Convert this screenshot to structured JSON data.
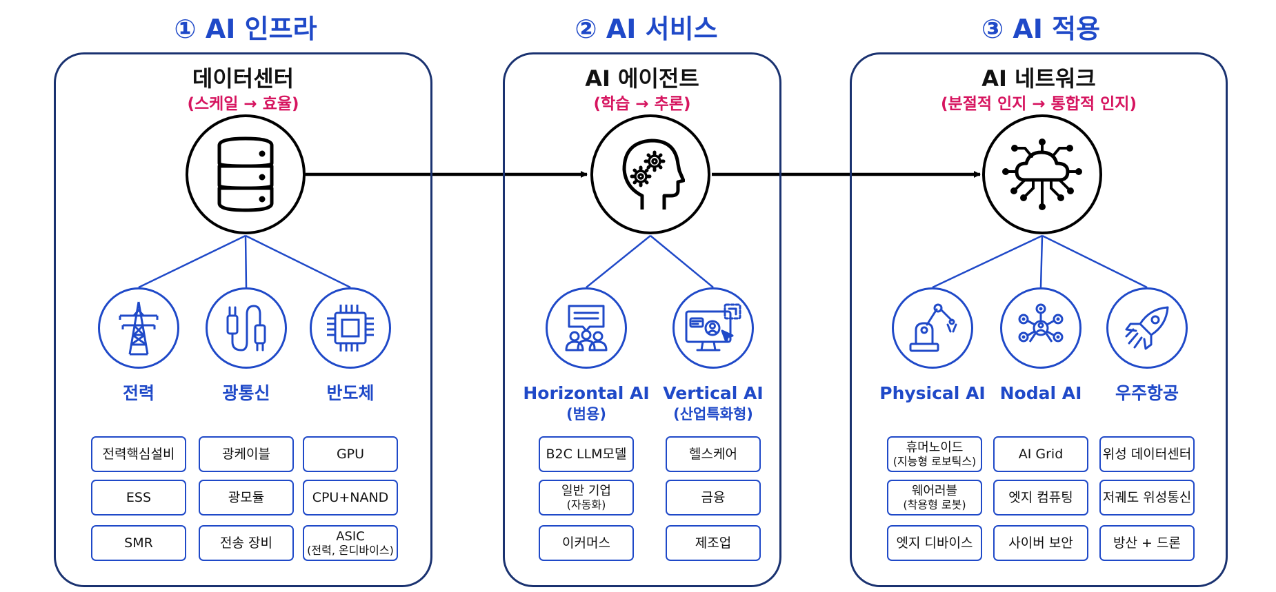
{
  "stages": [
    {
      "title": "① AI 인프라",
      "panel_title": "데이터센터",
      "panel_sub": "(스케일 → 효율)",
      "main_icon": "database-server-icon",
      "categories": [
        {
          "name": "전력",
          "paren": "",
          "icon": "power-tower-icon"
        },
        {
          "name": "광통신",
          "paren": "",
          "icon": "optical-cable-icon"
        },
        {
          "name": "반도체",
          "paren": "",
          "icon": "chip-icon"
        }
      ],
      "boxes": [
        [
          {
            "l1": "전력핵심설비",
            "l2": ""
          },
          {
            "l1": "ESS",
            "l2": ""
          },
          {
            "l1": "SMR",
            "l2": ""
          }
        ],
        [
          {
            "l1": "광케이블",
            "l2": ""
          },
          {
            "l1": "광모듈",
            "l2": ""
          },
          {
            "l1": "전송 장비",
            "l2": ""
          }
        ],
        [
          {
            "l1": "GPU",
            "l2": ""
          },
          {
            "l1": "CPU+NAND",
            "l2": ""
          },
          {
            "l1": "ASIC",
            "l2": "(전력, 온디바이스)"
          }
        ]
      ]
    },
    {
      "title": "② AI 서비스",
      "panel_title": "AI 에이전트",
      "panel_sub": "(학습 → 추론)",
      "main_icon": "head-gears-icon",
      "categories": [
        {
          "name": "Horizontal AI",
          "paren": "(범용)",
          "icon": "group-chat-icon"
        },
        {
          "name": "Vertical AI",
          "paren": "(산업특화형)",
          "icon": "monitor-user-icon"
        }
      ],
      "boxes": [
        [
          {
            "l1": "B2C LLM모델",
            "l2": ""
          },
          {
            "l1": "일반 기업",
            "l2": "(자동화)"
          },
          {
            "l1": "이커머스",
            "l2": ""
          }
        ],
        [
          {
            "l1": "헬스케어",
            "l2": ""
          },
          {
            "l1": "금융",
            "l2": ""
          },
          {
            "l1": "제조업",
            "l2": ""
          }
        ]
      ]
    },
    {
      "title": "③ AI 적용",
      "panel_title": "AI 네트워크",
      "panel_sub": "(분절적 인지 → 통합적 인지)",
      "main_icon": "cloud-network-icon",
      "categories": [
        {
          "name": "Physical AI",
          "paren": "",
          "icon": "robot-arm-icon"
        },
        {
          "name": "Nodal AI",
          "paren": "",
          "icon": "node-network-icon"
        },
        {
          "name": "우주항공",
          "paren": "",
          "icon": "rocket-icon"
        }
      ],
      "boxes": [
        [
          {
            "l1": "휴머노이드",
            "l2": "(지능형 로보틱스)"
          },
          {
            "l1": "웨어러블",
            "l2": "(착용형 로봇)"
          },
          {
            "l1": "엣지 디바이스",
            "l2": ""
          }
        ],
        [
          {
            "l1": "AI Grid",
            "l2": ""
          },
          {
            "l1": "엣지 컴퓨팅",
            "l2": ""
          },
          {
            "l1": "사이버 보안",
            "l2": ""
          }
        ],
        [
          {
            "l1": "위성 데이터센터",
            "l2": ""
          },
          {
            "l1": "저궤도 위성통신",
            "l2": ""
          },
          {
            "l1": "방산 + 드론",
            "l2": ""
          }
        ]
      ]
    }
  ],
  "colors": {
    "title_blue": "#1f49c8",
    "panel_border": "#1a3270",
    "subtitle_magenta": "#d6145f",
    "main_circle": "#000000",
    "text": "#111111"
  }
}
